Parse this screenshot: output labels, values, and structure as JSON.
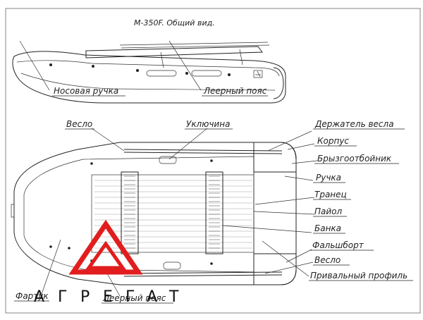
{
  "title": "М-350F. Общий вид.",
  "labels": {
    "nosovaya_ruchka": "Носовая ручка",
    "leernyi_poyas_top": "Леерный пояс",
    "veslo_top": "Весло",
    "uklyuchina": "Уключина",
    "derzhatel_vesla": "Держатель весла",
    "korpus": "Корпус",
    "bryzgootboynik": "Брызгоотбойник",
    "ruchka": "Ручка",
    "tranets": "Транец",
    "payol": "Пайол",
    "banka": "Банка",
    "falshbort": "Фальшборт",
    "veslo_bottom": "Весло",
    "privalnyi_profil": "Привальный профиль",
    "fartuk": "Фартук",
    "leernyi_poyas_bottom": "Леерный пояс"
  },
  "watermark": {
    "text": "АГРЕГАТ",
    "letters": [
      "А",
      "Г",
      "Р",
      "Е",
      "Г",
      "А",
      "Т"
    ],
    "color": "#e21d1d"
  }
}
